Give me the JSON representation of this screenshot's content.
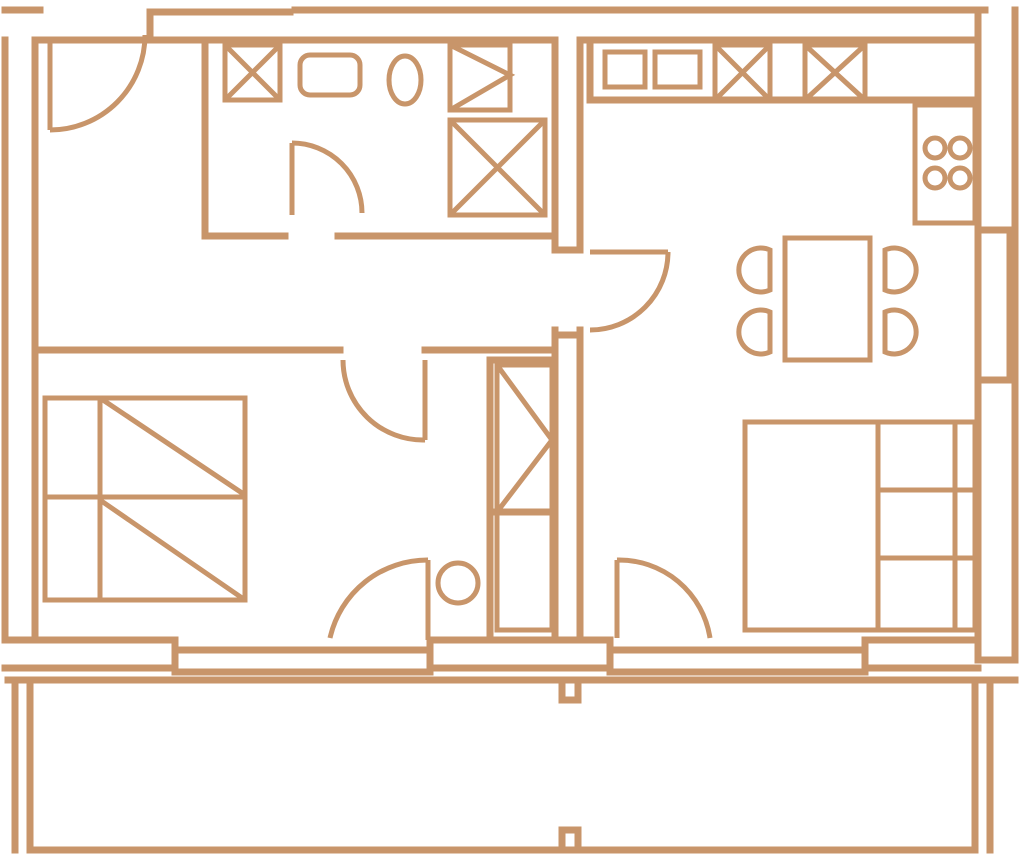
{
  "plan": {
    "line_color": "#C8956A",
    "background": "#FFFFFF",
    "rooms": [
      "entry-hall",
      "bathroom",
      "bedroom",
      "kitchen-living",
      "balcony"
    ]
  }
}
